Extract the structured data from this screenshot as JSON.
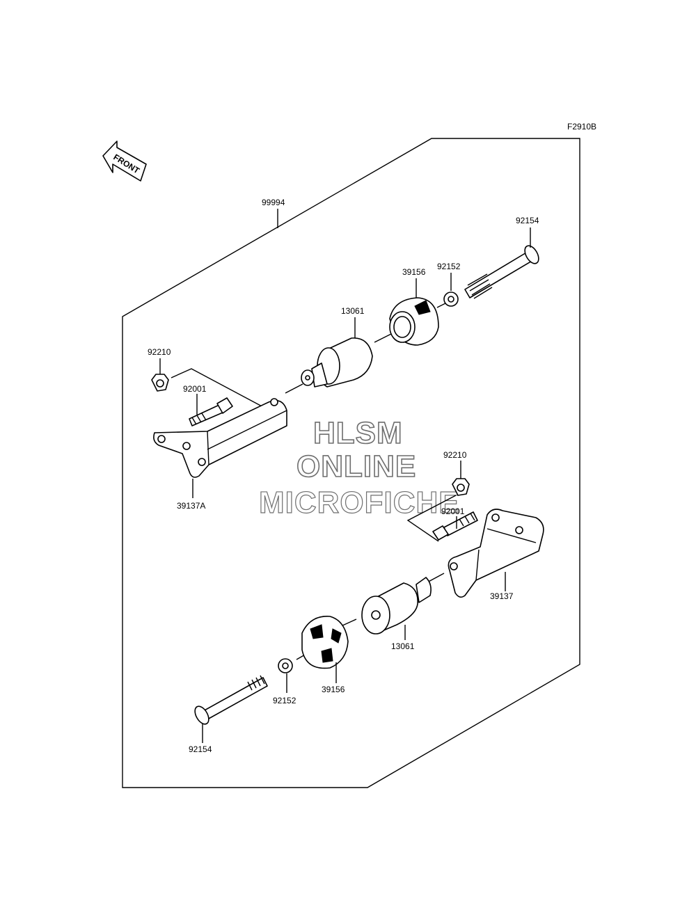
{
  "figure_code": "F2910B",
  "front_arrow_label": "FRONT",
  "watermark": {
    "line1": "HLSM",
    "line2": "ONLINE",
    "line3": "MICROFICHE"
  },
  "callouts": {
    "kit": "99994",
    "upper_bolt": "92154",
    "upper_washer": "92152",
    "upper_slider": "39156",
    "upper_collar": "13061",
    "upper_nut": "92210",
    "upper_bracket_bolt": "92001",
    "upper_bracket": "39137A",
    "lower_nut": "92210",
    "lower_bracket_bolt": "92001",
    "lower_bracket": "39137",
    "lower_collar": "13061",
    "lower_slider": "39156",
    "lower_washer": "92152",
    "lower_bolt": "92154"
  }
}
